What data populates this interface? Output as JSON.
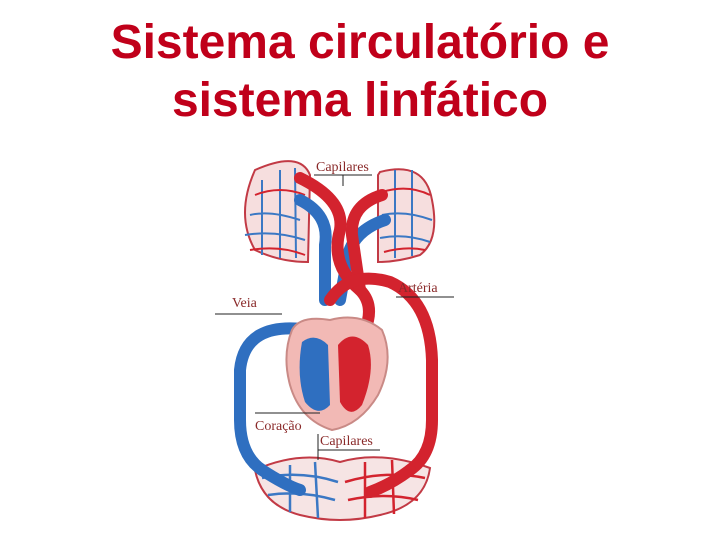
{
  "title": {
    "line1": "Sistema circulatório e",
    "line2": "sistema linfático"
  },
  "diagram": {
    "labels": {
      "capilares_top": "Capilares",
      "arteria": "Artéria",
      "veia": "Veia",
      "coracao": "Coração",
      "capilares_bottom": "Capilares"
    },
    "colors": {
      "title": "#c0001a",
      "artery": "#d3232e",
      "vein": "#2f6fc0",
      "heart_bg": "#f2b9b5",
      "label_text": "#8a2a2a",
      "leader_line": "#222222"
    }
  }
}
